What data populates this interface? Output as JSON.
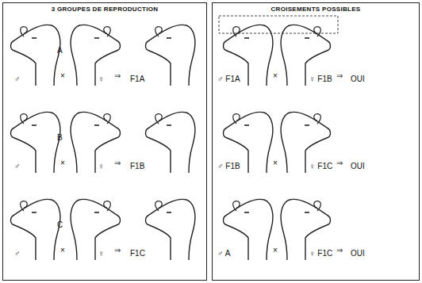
{
  "diagram": {
    "nodes": [
      {
        "text": [
          "3 GROUPES DE REPRODUCTION"
        ]
      },
      {
        "text": [
          "CROISEMENTS POSSIBLES"
        ]
      }
    ],
    "labels": [
      "A",
      "♂",
      "×",
      "♀",
      "⇒",
      "F1A",
      "B",
      "♂",
      "×",
      "♀",
      "⇒",
      "F1B",
      "C",
      "♂",
      "×",
      "♀",
      "⇒",
      "F1C",
      "♂ F1A",
      "×",
      "♀ F1B",
      "⇒",
      "OUI",
      "♂ F1B",
      "×",
      "♀ F1C",
      "⇒",
      "OUI",
      "♂ A",
      "×",
      "♀ F1C",
      "⇒",
      "OUI"
    ]
  }
}
